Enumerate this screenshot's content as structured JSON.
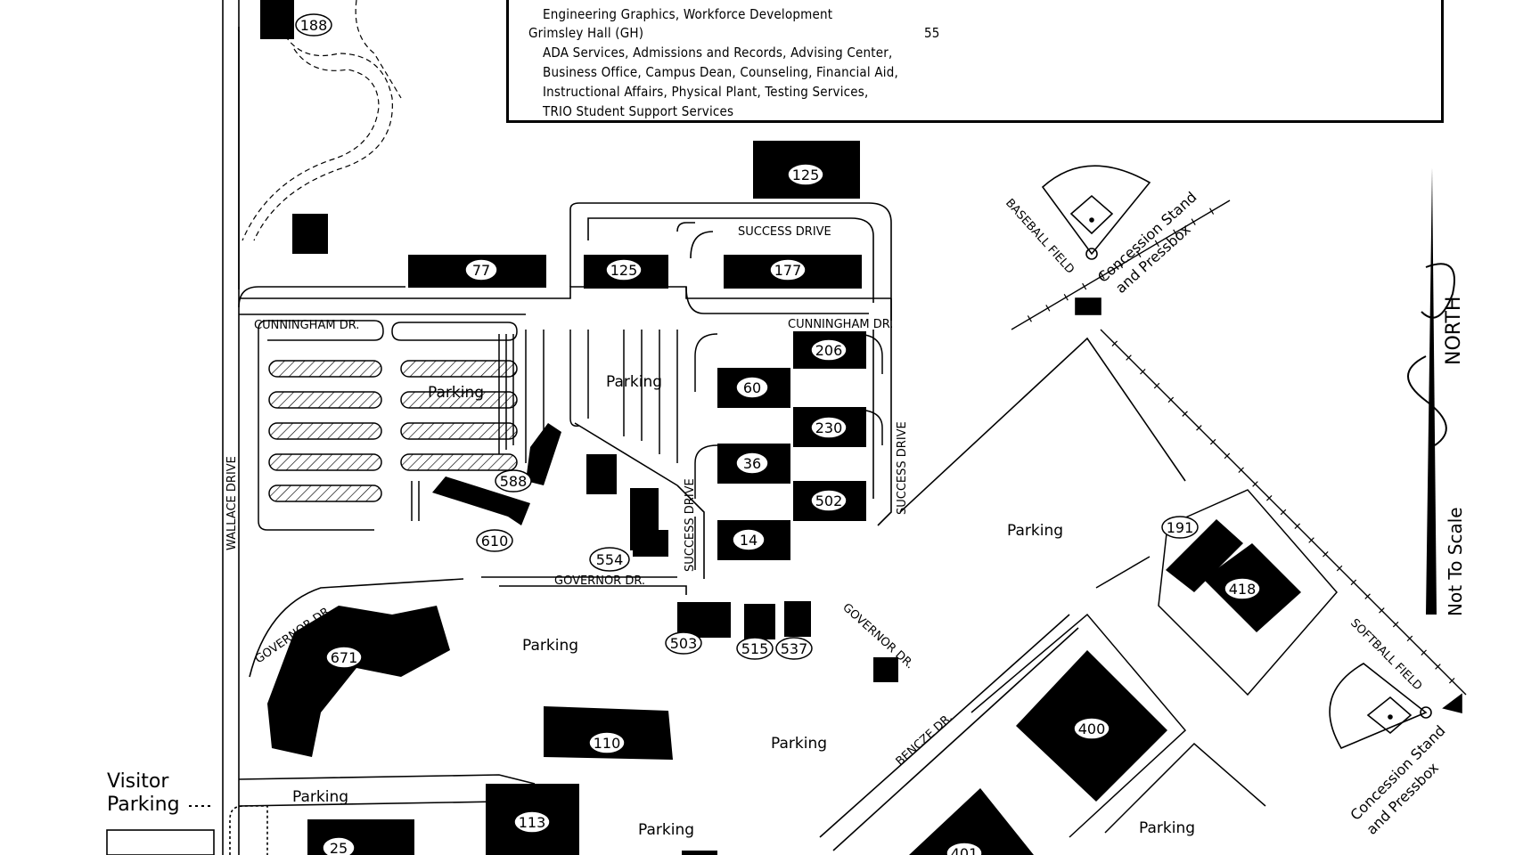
{
  "legend": {
    "line1": "Engineering Graphics, Workforce Development",
    "line2": "Grimsley Hall (GH)",
    "line2_num": "55",
    "line3": "ADA Services, Admissions and Records, Advising Center,",
    "line4": "Business Office, Campus Dean, Counseling, Financial Aid,",
    "line5": "Instructional Affairs, Physical Plant, Testing Services,",
    "line6": "TRIO Student Support Services"
  },
  "buildings": {
    "b188": "188",
    "b125a": "125",
    "b77": "77",
    "b125b": "125",
    "b177": "177",
    "b206": "206",
    "b60": "60",
    "b230": "230",
    "b36": "36",
    "b502": "502",
    "b14": "14",
    "b588": "588",
    "b610": "610",
    "b554": "554",
    "b191": "191",
    "b418": "418",
    "b671": "671",
    "b503": "503",
    "b515": "515",
    "b537": "537",
    "b110": "110",
    "b113": "113",
    "b25": "25",
    "b400": "400",
    "b401": "401"
  },
  "streets": {
    "success_drive_top": "SUCCESS DRIVE",
    "cunningham_left": "CUNNINGHAM DR.",
    "cunningham_right": "CUNNINGHAM DR.",
    "wallace_drive": "WALLACE DRIVE",
    "success_drive_mid": "SUCCESS DRIVE",
    "success_drive_right": "SUCCESS DRIVE",
    "governor_mid": "GOVERNOR DR.",
    "governor_left": "GOVERNOR DR.",
    "governor_right": "GOVERNOR DR.",
    "bencze": "BENCZE DR."
  },
  "parking": {
    "p1": "Parking",
    "p2": "Parking",
    "p3": "Parking",
    "p4": "Parking",
    "p5": "Parking",
    "p6": "Parking",
    "p7": "Parking",
    "p8": "Parking"
  },
  "visitor": {
    "line1": "Visitor",
    "line2": "Parking"
  },
  "fields": {
    "baseball": "BASEBALL FIELD",
    "softball": "SOFTBALL FIELD",
    "concession1": "Concession Stand",
    "pressbox1": "and Pressbox",
    "concession2": "Concession Stand",
    "pressbox2": "and Pressbox"
  },
  "compass": {
    "north": "NORTH",
    "scale": "Not To Scale"
  }
}
